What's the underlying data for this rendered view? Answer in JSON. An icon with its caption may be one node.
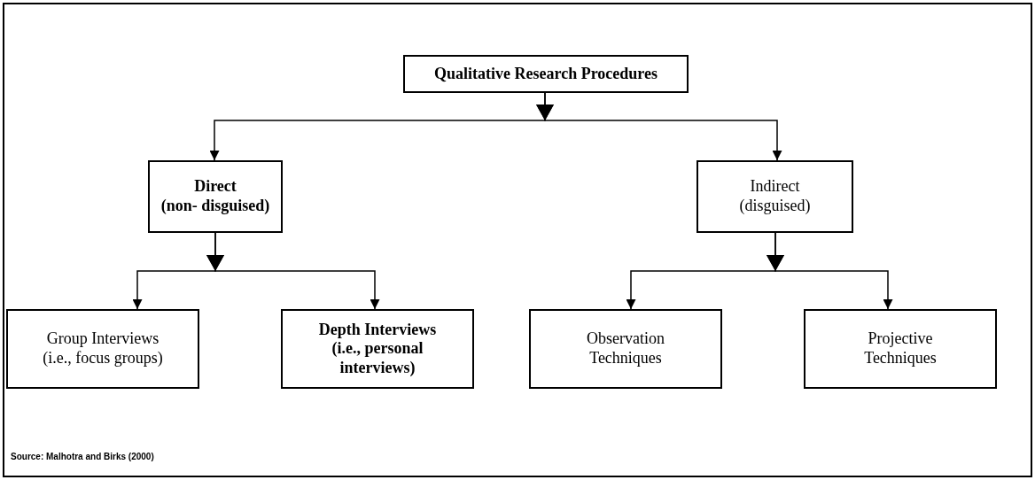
{
  "diagram": {
    "caption": "Source: Malhotra and Birks (2000)",
    "nodes": [
      {
        "text": [
          "Qualitative Research Procedures"
        ]
      },
      {
        "text": [
          "Direct",
          "(non- disguised)"
        ]
      },
      {
        "text": [
          "Indirect",
          "(disguised)"
        ]
      },
      {
        "text": [
          "Group Interviews",
          "(i.e., focus groups)"
        ]
      },
      {
        "text": [
          "Depth Interviews",
          "(i.e., personal interviews)"
        ]
      },
      {
        "text": [
          "Observation Techniques"
        ]
      },
      {
        "text": [
          "Projective Techniques"
        ]
      }
    ],
    "edges": [
      {
        "from": 0,
        "to": 1,
        "arrow": "to"
      },
      {
        "from": 0,
        "to": 2,
        "arrow": "to"
      },
      {
        "from": 1,
        "to": 3,
        "arrow": "to"
      },
      {
        "from": 1,
        "to": 4,
        "arrow": "to"
      },
      {
        "from": 2,
        "to": 5,
        "arrow": "to"
      },
      {
        "from": 2,
        "to": 6,
        "arrow": "to"
      }
    ]
  }
}
